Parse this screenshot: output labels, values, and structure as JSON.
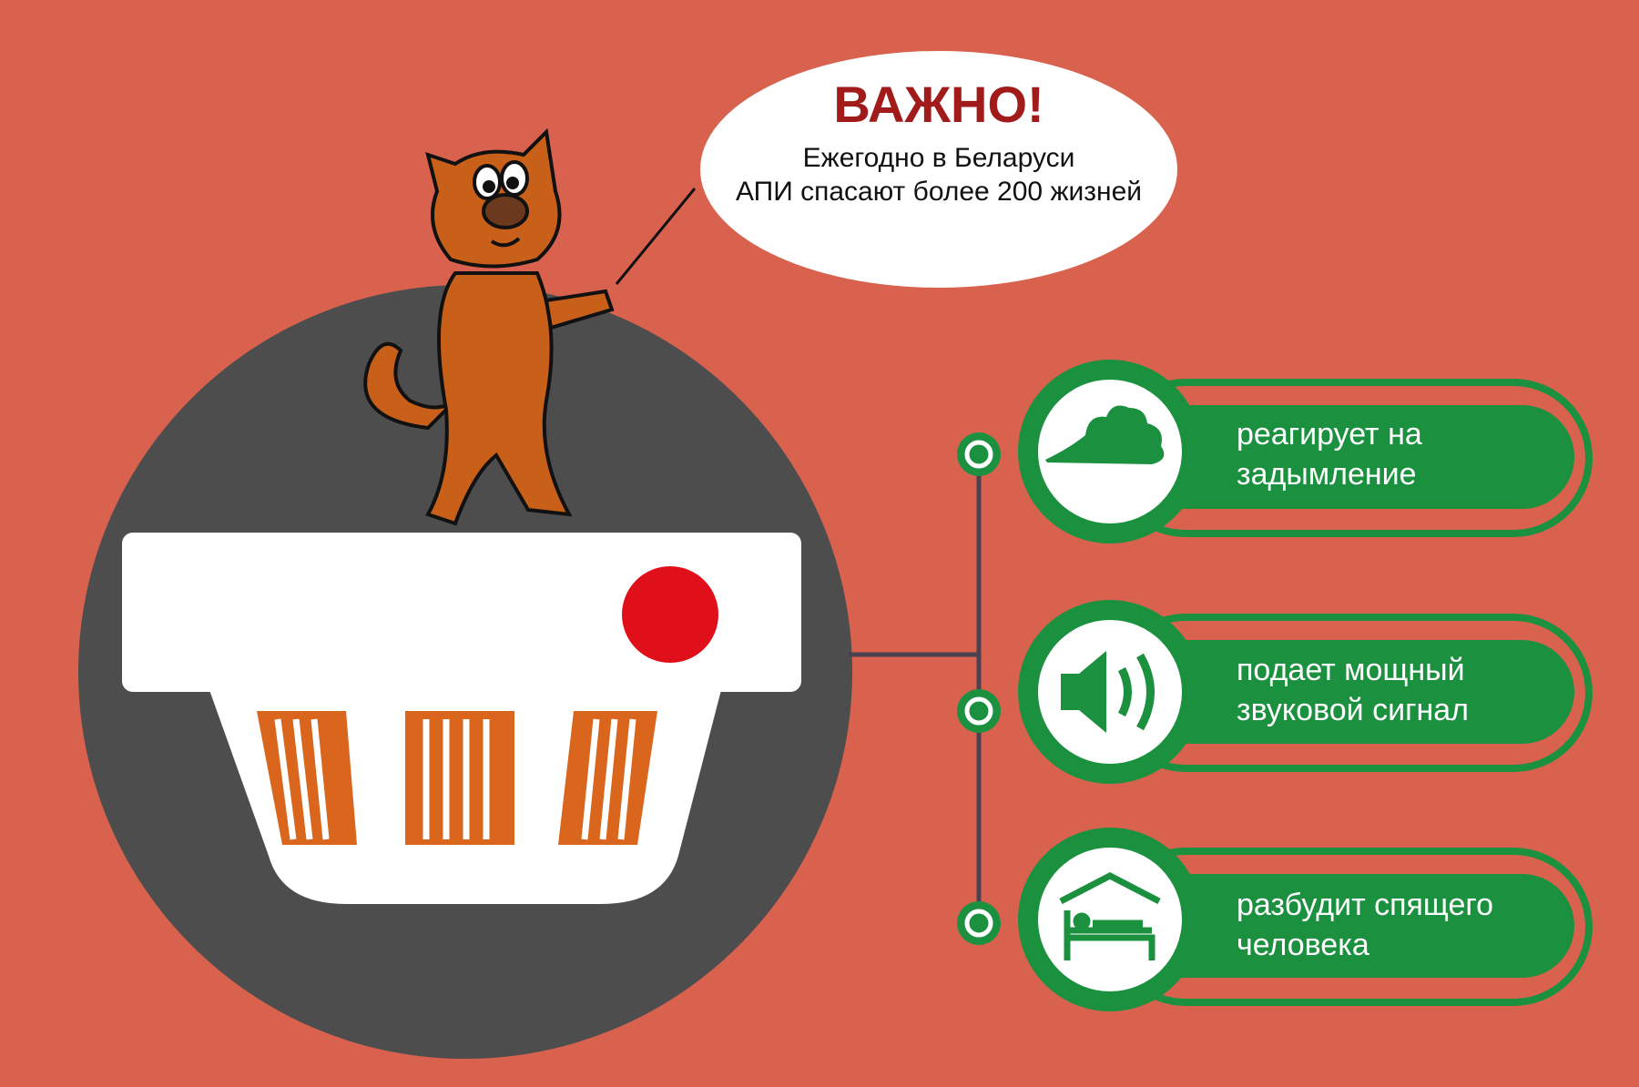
{
  "bubble": {
    "title": "ВАЖНО!",
    "line1": "Ежегодно в Беларуси",
    "line2": "АПИ спасают более 200 жизней"
  },
  "features": [
    {
      "icon": "smoke-cloud-icon",
      "line1": "реагирует на",
      "line2": "задымление"
    },
    {
      "icon": "speaker-icon",
      "line1": "подает мощный",
      "line2": "звуковой сигнал"
    },
    {
      "icon": "sleeping-person-house-icon",
      "line1": "разбудит спящего",
      "line2": "человека"
    }
  ],
  "colors": {
    "background": "#d9624f",
    "circle": "#4d4d4d",
    "green": "#1b9140",
    "title": "#a11b1b",
    "indicator": "#e0101a",
    "vents": "#d9661c"
  }
}
